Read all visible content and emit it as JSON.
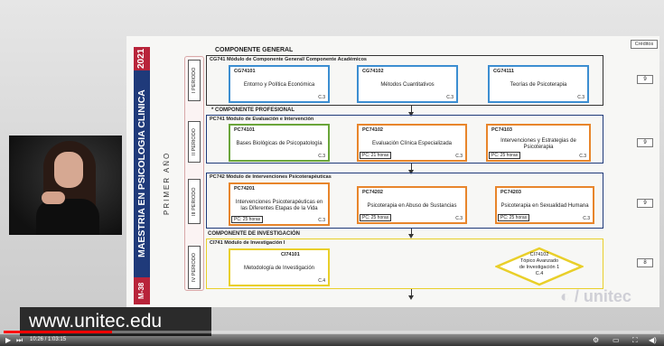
{
  "program": {
    "year": "2021",
    "title": "MAESTRIA EN PSICOLOGIA CLINICA",
    "code": "M-38",
    "primer_anio": "PRIMER AÑO"
  },
  "creditos_label": "Créditos",
  "sections": {
    "general": "COMPONENTE GENERAL",
    "profesional": "* COMPONENTE PROFESIONAL",
    "investigacion": "COMPONENTE DE INVESTIGACIÓN"
  },
  "periods": [
    "I PERIODO",
    "II PERIODO",
    "III PERIODO",
    "IV PERIODO"
  ],
  "rows": [
    {
      "title": "CG741 Módulo de Componente General/ Componente Académicos",
      "credits": "9",
      "courses": [
        {
          "code": "CG74101",
          "name": "Entorno y Política Económica",
          "cr": "C.3",
          "pc": ""
        },
        {
          "code": "CG74102",
          "name": "Métodos Cuantitativos",
          "cr": "C.3",
          "pc": ""
        },
        {
          "code": "CG74111",
          "name": "Teorías de Psicoterapia",
          "cr": "C.3",
          "pc": ""
        }
      ]
    },
    {
      "title": "PC741 Módulo de Evaluación e Intervención",
      "credits": "9",
      "courses": [
        {
          "code": "PC74101",
          "name": "Bases Biológicas de Psicopatología",
          "cr": "C.3",
          "pc": ""
        },
        {
          "code": "PC74102",
          "name": "Evaluación Clínica Especializada",
          "cr": "C.3",
          "pc": "PC: 21 horas"
        },
        {
          "code": "PC74103",
          "name": "Intervenciones y Estrategias de Psicoterapia",
          "cr": "C.3",
          "pc": "PC: 25 horas"
        }
      ]
    },
    {
      "title": "PC742 Módulo de Intervenciones Psicoterapéuticas",
      "credits": "9",
      "courses": [
        {
          "code": "PC74201",
          "name": "Intervenciones Psicoterapéuticas en las Diferentes Etapas de la Vida",
          "cr": "C.3",
          "pc": "PC: 25 horas"
        },
        {
          "code": "PC74202",
          "name": "Psicoterapia en Abuso de Sustancias",
          "cr": "C.3",
          "pc": "PC: 25 horas"
        },
        {
          "code": "PC74203",
          "name": "Psicoterapia en Sexualidad Humana",
          "cr": "C.3",
          "pc": "PC: 25 horas"
        }
      ]
    },
    {
      "title": "CI741 Módulo de Investigación I",
      "credits": "8",
      "courses": [
        {
          "code": "CI74101",
          "name": "Metodología de Investigación",
          "cr": "C.4",
          "pc": ""
        },
        {
          "code": "CI74102",
          "name": "Tópico Avanzado de Investigación 1",
          "cr": "C.4",
          "pc": ""
        }
      ]
    }
  ],
  "watermark": "unitec",
  "overlay_url": "www.unitec.edu",
  "player": {
    "time": "10:26 / 1:03:15",
    "progress_fraction": 0.165
  },
  "colors": {
    "navy": "#1f3a7a",
    "red": "#b8243a",
    "blue": "#3c8ed1",
    "orange": "#e8852b",
    "green": "#6aa53a",
    "yellow": "#e9cf2a"
  }
}
